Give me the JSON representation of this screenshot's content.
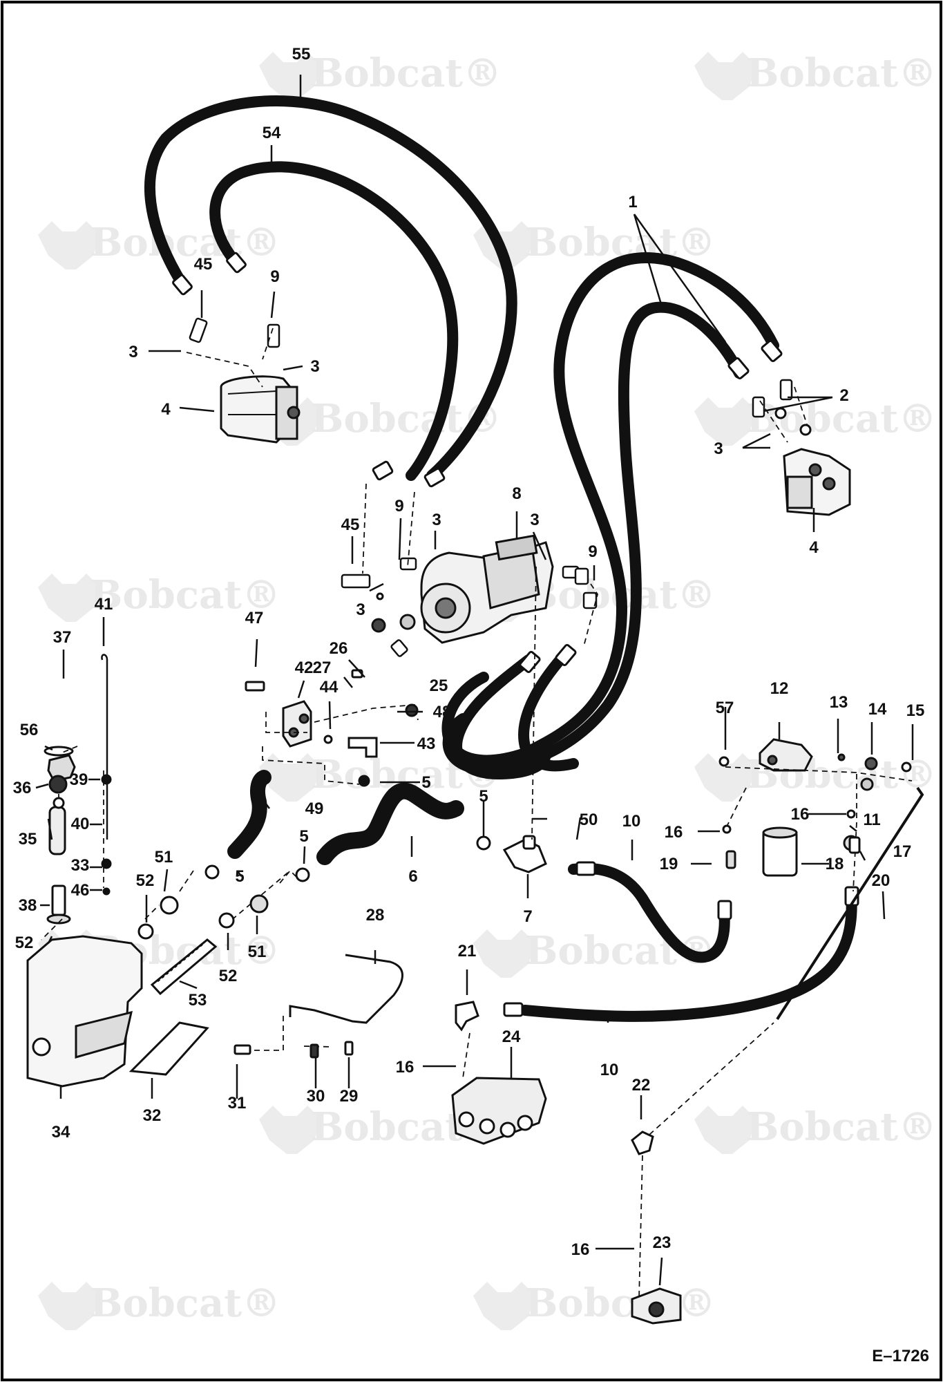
{
  "watermark": {
    "text": "Bobcat",
    "mark": "®"
  },
  "figure_id": "E–1726",
  "callouts": [
    {
      "id": "c55",
      "text": "55"
    },
    {
      "id": "c54",
      "text": "54"
    },
    {
      "id": "c1",
      "text": "1"
    },
    {
      "id": "c45a",
      "text": "45"
    },
    {
      "id": "c9a",
      "text": "9"
    },
    {
      "id": "c3a",
      "text": "3"
    },
    {
      "id": "c3b",
      "text": "3"
    },
    {
      "id": "c4a",
      "text": "4"
    },
    {
      "id": "c2",
      "text": "2"
    },
    {
      "id": "c3c",
      "text": "3"
    },
    {
      "id": "c4b",
      "text": "4"
    },
    {
      "id": "c8",
      "text": "8"
    },
    {
      "id": "c3d",
      "text": "3"
    },
    {
      "id": "c45b",
      "text": "45"
    },
    {
      "id": "c9b",
      "text": "9"
    },
    {
      "id": "c3e",
      "text": "3"
    },
    {
      "id": "c9c",
      "text": "9"
    },
    {
      "id": "c3f",
      "text": "3"
    },
    {
      "id": "c41",
      "text": "41"
    },
    {
      "id": "c37",
      "text": "37"
    },
    {
      "id": "c47",
      "text": "47"
    },
    {
      "id": "c26",
      "text": "26"
    },
    {
      "id": "c27",
      "text": "27"
    },
    {
      "id": "c42",
      "text": "42"
    },
    {
      "id": "c44",
      "text": "44"
    },
    {
      "id": "c25",
      "text": "25"
    },
    {
      "id": "c48",
      "text": "48"
    },
    {
      "id": "c43",
      "text": "43"
    },
    {
      "id": "c56",
      "text": "56"
    },
    {
      "id": "c36",
      "text": "36"
    },
    {
      "id": "c39",
      "text": "39"
    },
    {
      "id": "c5a",
      "text": "5"
    },
    {
      "id": "c49",
      "text": "49"
    },
    {
      "id": "c5b",
      "text": "5"
    },
    {
      "id": "c50",
      "text": "50"
    },
    {
      "id": "c10a",
      "text": "10"
    },
    {
      "id": "c57",
      "text": "57"
    },
    {
      "id": "c12",
      "text": "12"
    },
    {
      "id": "c13",
      "text": "13"
    },
    {
      "id": "c14",
      "text": "14"
    },
    {
      "id": "c15",
      "text": "15"
    },
    {
      "id": "c16a",
      "text": "16"
    },
    {
      "id": "c11",
      "text": "11"
    },
    {
      "id": "c16b",
      "text": "16"
    },
    {
      "id": "c17",
      "text": "17"
    },
    {
      "id": "c19",
      "text": "19"
    },
    {
      "id": "c18",
      "text": "18"
    },
    {
      "id": "c20",
      "text": "20"
    },
    {
      "id": "c35",
      "text": "35"
    },
    {
      "id": "c40",
      "text": "40"
    },
    {
      "id": "c33",
      "text": "33"
    },
    {
      "id": "c46",
      "text": "46"
    },
    {
      "id": "c51a",
      "text": "51"
    },
    {
      "id": "c52a",
      "text": "52"
    },
    {
      "id": "c5c",
      "text": "5"
    },
    {
      "id": "c5d",
      "text": "5"
    },
    {
      "id": "c6",
      "text": "6"
    },
    {
      "id": "c7",
      "text": "7"
    },
    {
      "id": "c38",
      "text": "38"
    },
    {
      "id": "c52b",
      "text": "52"
    },
    {
      "id": "c51b",
      "text": "51"
    },
    {
      "id": "c52c",
      "text": "52"
    },
    {
      "id": "c28",
      "text": "28"
    },
    {
      "id": "c53",
      "text": "53"
    },
    {
      "id": "c21",
      "text": "21"
    },
    {
      "id": "c24",
      "text": "24"
    },
    {
      "id": "c10b",
      "text": "10"
    },
    {
      "id": "c16c",
      "text": "16"
    },
    {
      "id": "c22",
      "text": "22"
    },
    {
      "id": "c34",
      "text": "34"
    },
    {
      "id": "c32",
      "text": "32"
    },
    {
      "id": "c31",
      "text": "31"
    },
    {
      "id": "c30",
      "text": "30"
    },
    {
      "id": "c29",
      "text": "29"
    },
    {
      "id": "c16d",
      "text": "16"
    },
    {
      "id": "c23",
      "text": "23"
    }
  ]
}
